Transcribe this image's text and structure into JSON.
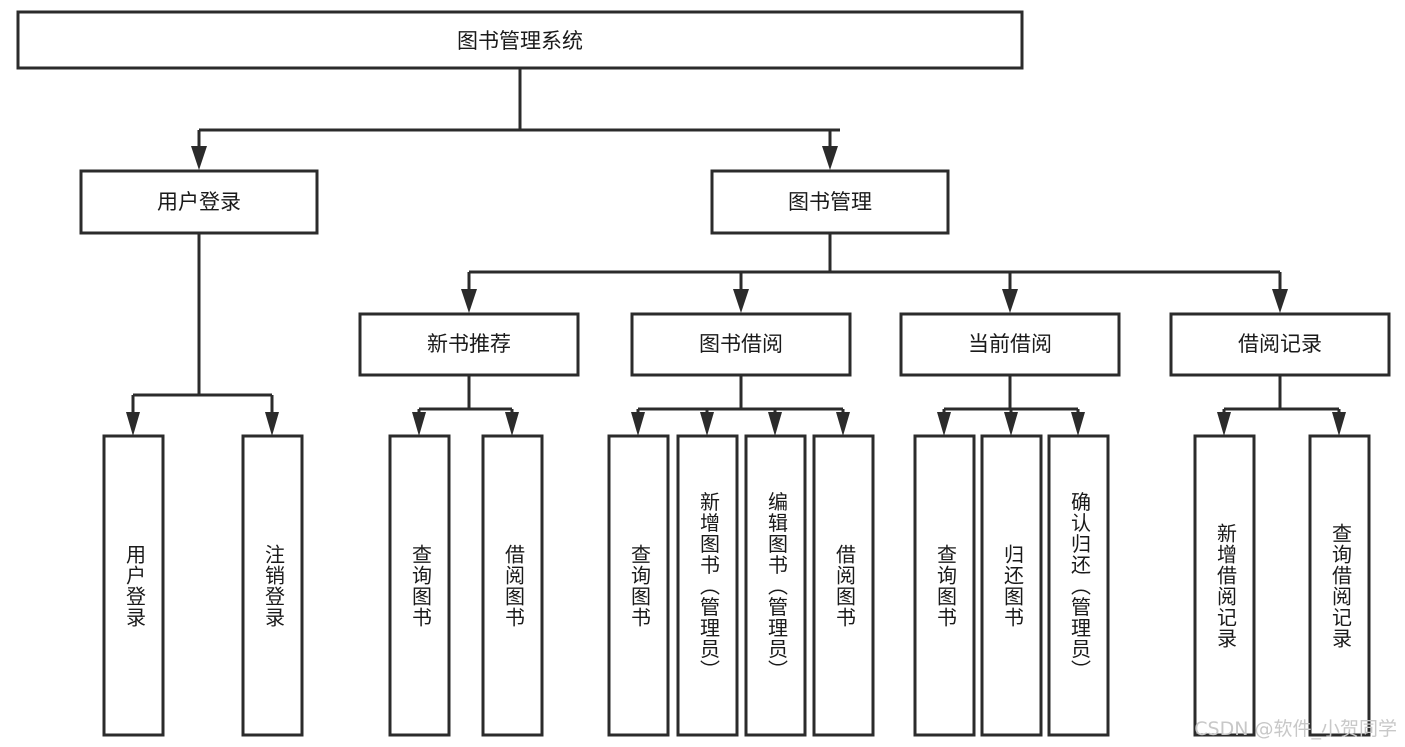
{
  "diagram": {
    "title": "图书管理系统",
    "type": "tree-hierarchy-chart",
    "watermark": "CSDN @软件_小贺同学",
    "colors": {
      "box_stroke": "#2b2b2b",
      "box_fill": "#ffffff",
      "text": "#1a1a1a",
      "background": "#ffffff",
      "watermark": "#c8c8c8"
    },
    "levels": {
      "root": {
        "label": "图书管理系统"
      },
      "level2": [
        {
          "label": "用户登录"
        },
        {
          "label": "图书管理"
        }
      ],
      "level3": [
        {
          "label": "新书推荐"
        },
        {
          "label": "图书借阅"
        },
        {
          "label": "当前借阅"
        },
        {
          "label": "借阅记录"
        }
      ],
      "leaves_user_login": [
        {
          "label": "用户登录"
        },
        {
          "label": "注销登录"
        }
      ],
      "leaves_new_book": [
        {
          "label": "查询图书"
        },
        {
          "label": "借阅图书"
        }
      ],
      "leaves_borrow": [
        {
          "label": "查询图书"
        },
        {
          "label": "新增图书（管理员）"
        },
        {
          "label": "编辑图书（管理员）"
        },
        {
          "label": "借阅图书"
        }
      ],
      "leaves_current": [
        {
          "label": "查询图书"
        },
        {
          "label": "归还图书"
        },
        {
          "label": "确认归还（管理员）"
        }
      ],
      "leaves_record": [
        {
          "label": "新增借阅记录"
        },
        {
          "label": "查询借阅记录"
        }
      ]
    }
  }
}
